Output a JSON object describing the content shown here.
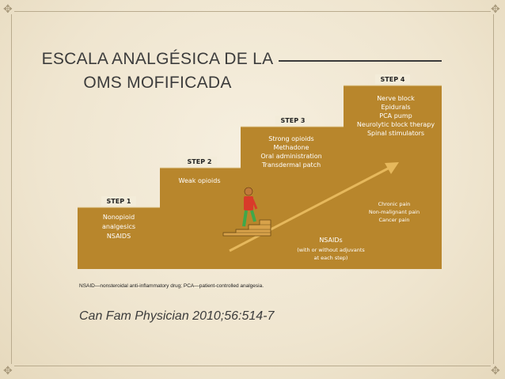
{
  "title_line1": "ESCALA ANALGÉSICA DE LA",
  "title_line2": "OMS MOFIFICADA",
  "steps": [
    {
      "label": "STEP 1",
      "items": [
        "Nonopioid",
        "analgesics",
        "NSAIDS"
      ]
    },
    {
      "label": "STEP 2",
      "items": [
        "Weak opioids"
      ]
    },
    {
      "label": "STEP 3",
      "items": [
        "Strong opioids",
        "Methadone",
        "Oral administration",
        "Transdermal patch"
      ]
    },
    {
      "label": "STEP 4",
      "items": [
        "Nerve block",
        "Epidurals",
        "PCA pump",
        "Neurolytic block therapy",
        "Spinal stimulators"
      ]
    }
  ],
  "pain_types": [
    "Chronic pain",
    "Non-malignant pain",
    "Cancer pain"
  ],
  "nsaids_label": "NSAIDs",
  "nsaids_note_line1": "(with or without adjuvants",
  "nsaids_note_line2": "at each step)",
  "footnote": "NSAID—nonsteroidal anti-inflammatory drug; PCA—patient-controlled analgesia.",
  "citation": "Can Fam Physician 2010;56:514-7",
  "colors": {
    "stair": "#b8862c",
    "stair_light": "#c99a43",
    "arrow": "#e6b85c",
    "figure_shirt": "#d93a2a",
    "figure_pants": "#3fa84a"
  }
}
